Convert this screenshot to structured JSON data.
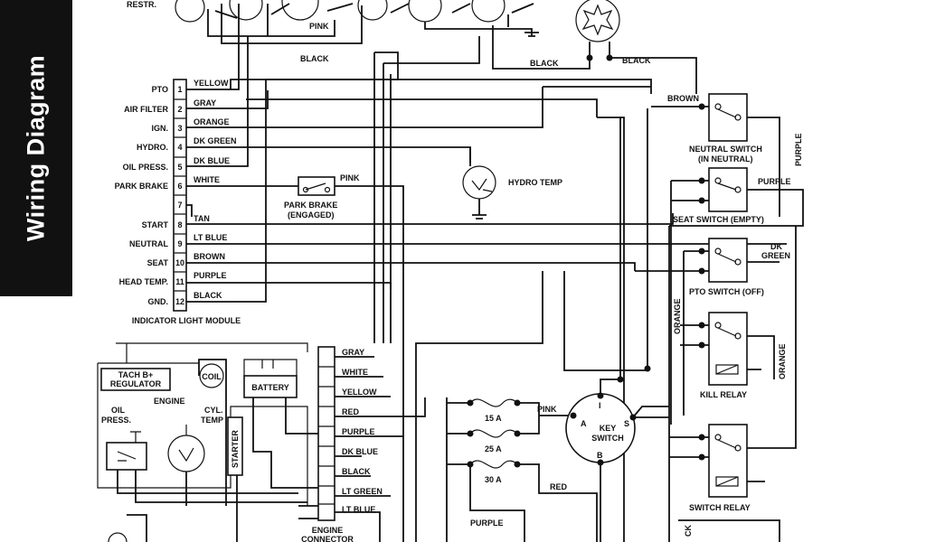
{
  "sidebar_title": "Wiring Diagram",
  "top": {
    "resistor": "RESTR.",
    "pink": "PINK",
    "black_left": "BLACK",
    "black_mid": "BLACK",
    "black_right": "BLACK"
  },
  "module": {
    "title": "INDICATOR LIGHT MODULE",
    "rows": [
      {
        "num": "1",
        "func": "PTO",
        "wire": "YELLOW"
      },
      {
        "num": "2",
        "func": "AIR FILTER",
        "wire": "GRAY"
      },
      {
        "num": "3",
        "func": "IGN.",
        "wire": "ORANGE"
      },
      {
        "num": "4",
        "func": "HYDRO.",
        "wire": "DK GREEN"
      },
      {
        "num": "5",
        "func": "OIL PRESS.",
        "wire": "DK BLUE"
      },
      {
        "num": "6",
        "func": "PARK BRAKE",
        "wire": "WHITE"
      },
      {
        "num": "7",
        "func": "",
        "wire": ""
      },
      {
        "num": "8",
        "func": "START",
        "wire": "TAN"
      },
      {
        "num": "9",
        "func": "NEUTRAL",
        "wire": "LT BLUE"
      },
      {
        "num": "10",
        "func": "SEAT",
        "wire": "BROWN"
      },
      {
        "num": "11",
        "func": "HEAD TEMP.",
        "wire": "PURPLE"
      },
      {
        "num": "12",
        "func": "GND.",
        "wire": "BLACK"
      }
    ]
  },
  "park_brake": {
    "label1": "PARK BRAKE",
    "label2": "(ENGAGED)",
    "wire": "PINK"
  },
  "hydro_temp": "HYDRO TEMP",
  "neutral_switch": {
    "label1": "NEUTRAL SWITCH",
    "label2": "(IN NEUTRAL)",
    "wire_in": "BROWN",
    "wire_out": "PURPLE"
  },
  "seat_switch": {
    "label": "SEAT SWITCH (EMPTY)",
    "wire": "PURPLE"
  },
  "pto_switch": {
    "label": "PTO SWITCH (OFF)",
    "wire1": "DK",
    "wire2": "GREEN"
  },
  "kill_relay": {
    "label": "KILL RELAY",
    "wire_left": "ORANGE",
    "wire_right": "ORANGE"
  },
  "switch_relay": {
    "label": "SWITCH RELAY"
  },
  "engine": {
    "label": "ENGINE",
    "tach": "TACH B+",
    "regulator": "REGULATOR",
    "coil": "COIL",
    "battery": "BATTERY",
    "oil_press1": "OIL",
    "oil_press2": "PRESS.",
    "cyl_temp1": "CYL.",
    "cyl_temp2": "TEMP",
    "starter": "STARTER"
  },
  "connector": {
    "label1": "ENGINE",
    "label2": "CONNECTOR",
    "wires": [
      "GRAY",
      "WHITE",
      "YELLOW",
      "RED",
      "PURPLE",
      "DK BLUE",
      "BLACK",
      "LT GREEN",
      "LT BLUE"
    ]
  },
  "fuses": {
    "f1": "15 A",
    "f2": "25 A",
    "f3": "30 A",
    "pink": "PINK",
    "red": "RED",
    "purple": "PURPLE"
  },
  "key_switch": {
    "label1": "KEY",
    "label2": "SWITCH",
    "a": "A",
    "i": "I",
    "s": "S",
    "b": "B"
  },
  "bottom_right": "CK"
}
